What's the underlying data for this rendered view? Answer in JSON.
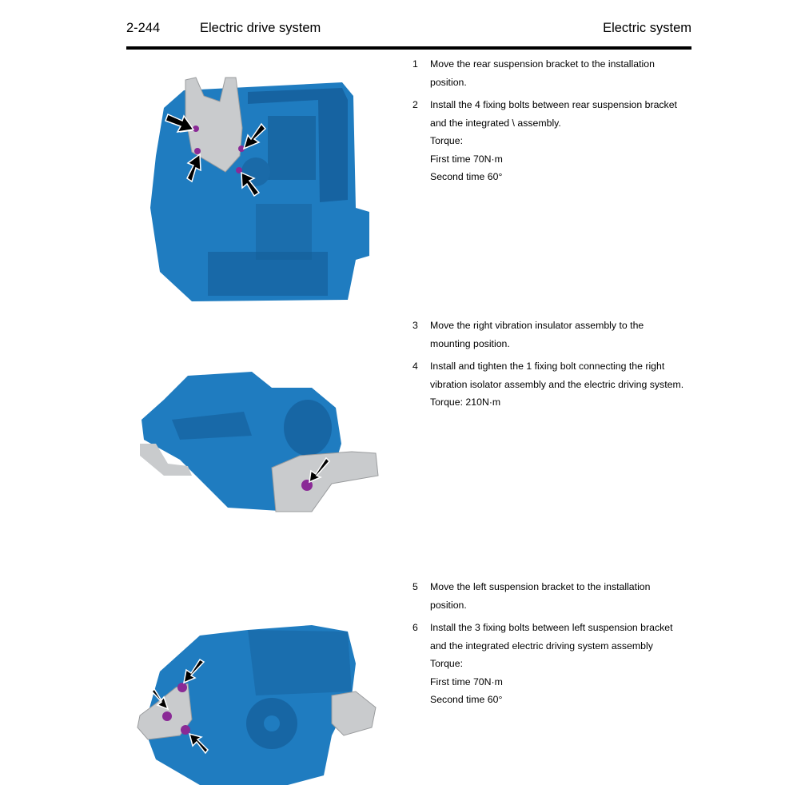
{
  "header": {
    "page_number": "2-244",
    "section_title": "Electric drive system",
    "chapter_title": "Electric system"
  },
  "colors": {
    "housing_blue": "#1f7cc0",
    "housing_dark": "#0f4f86",
    "bracket_grey": "#c9cbcd",
    "bolt_purple": "#8a2a96",
    "arrow_black": "#000000"
  },
  "sections": [
    {
      "figure": {
        "name": "rear-suspension-bracket-figure",
        "callout_arrows": 4,
        "bolts": 4
      },
      "steps": [
        {
          "num": "1",
          "lines": [
            "Move the rear suspension bracket to the installation",
            "position."
          ]
        },
        {
          "num": "2",
          "lines": [
            "Install the 4 fixing bolts between rear suspension bracket",
            "and the integrated \\ assembly.",
            "Torque:",
            "First time 70N·m",
            "Second time 60°"
          ]
        }
      ]
    },
    {
      "figure": {
        "name": "right-vibration-insulator-figure",
        "callout_arrows": 1,
        "bolts": 1
      },
      "steps": [
        {
          "num": "3",
          "lines": [
            "Move the right vibration insulator assembly to the",
            "mounting position."
          ]
        },
        {
          "num": "4",
          "lines": [
            "Install and tighten the 1 fixing bolt connecting the right",
            "vibration isolator assembly and the electric driving system.",
            "Torque: 210N·m"
          ]
        }
      ]
    },
    {
      "figure": {
        "name": "left-suspension-bracket-figure",
        "callout_arrows": 3,
        "bolts": 3
      },
      "steps": [
        {
          "num": "5",
          "lines": [
            "Move the left suspension bracket to the installation",
            "position."
          ]
        },
        {
          "num": "6",
          "lines": [
            "Install the 3 fixing bolts between left suspension bracket",
            "and the integrated electric driving system assembly",
            "Torque:",
            "First time 70N·m",
            "Second time 60°"
          ]
        }
      ]
    }
  ]
}
